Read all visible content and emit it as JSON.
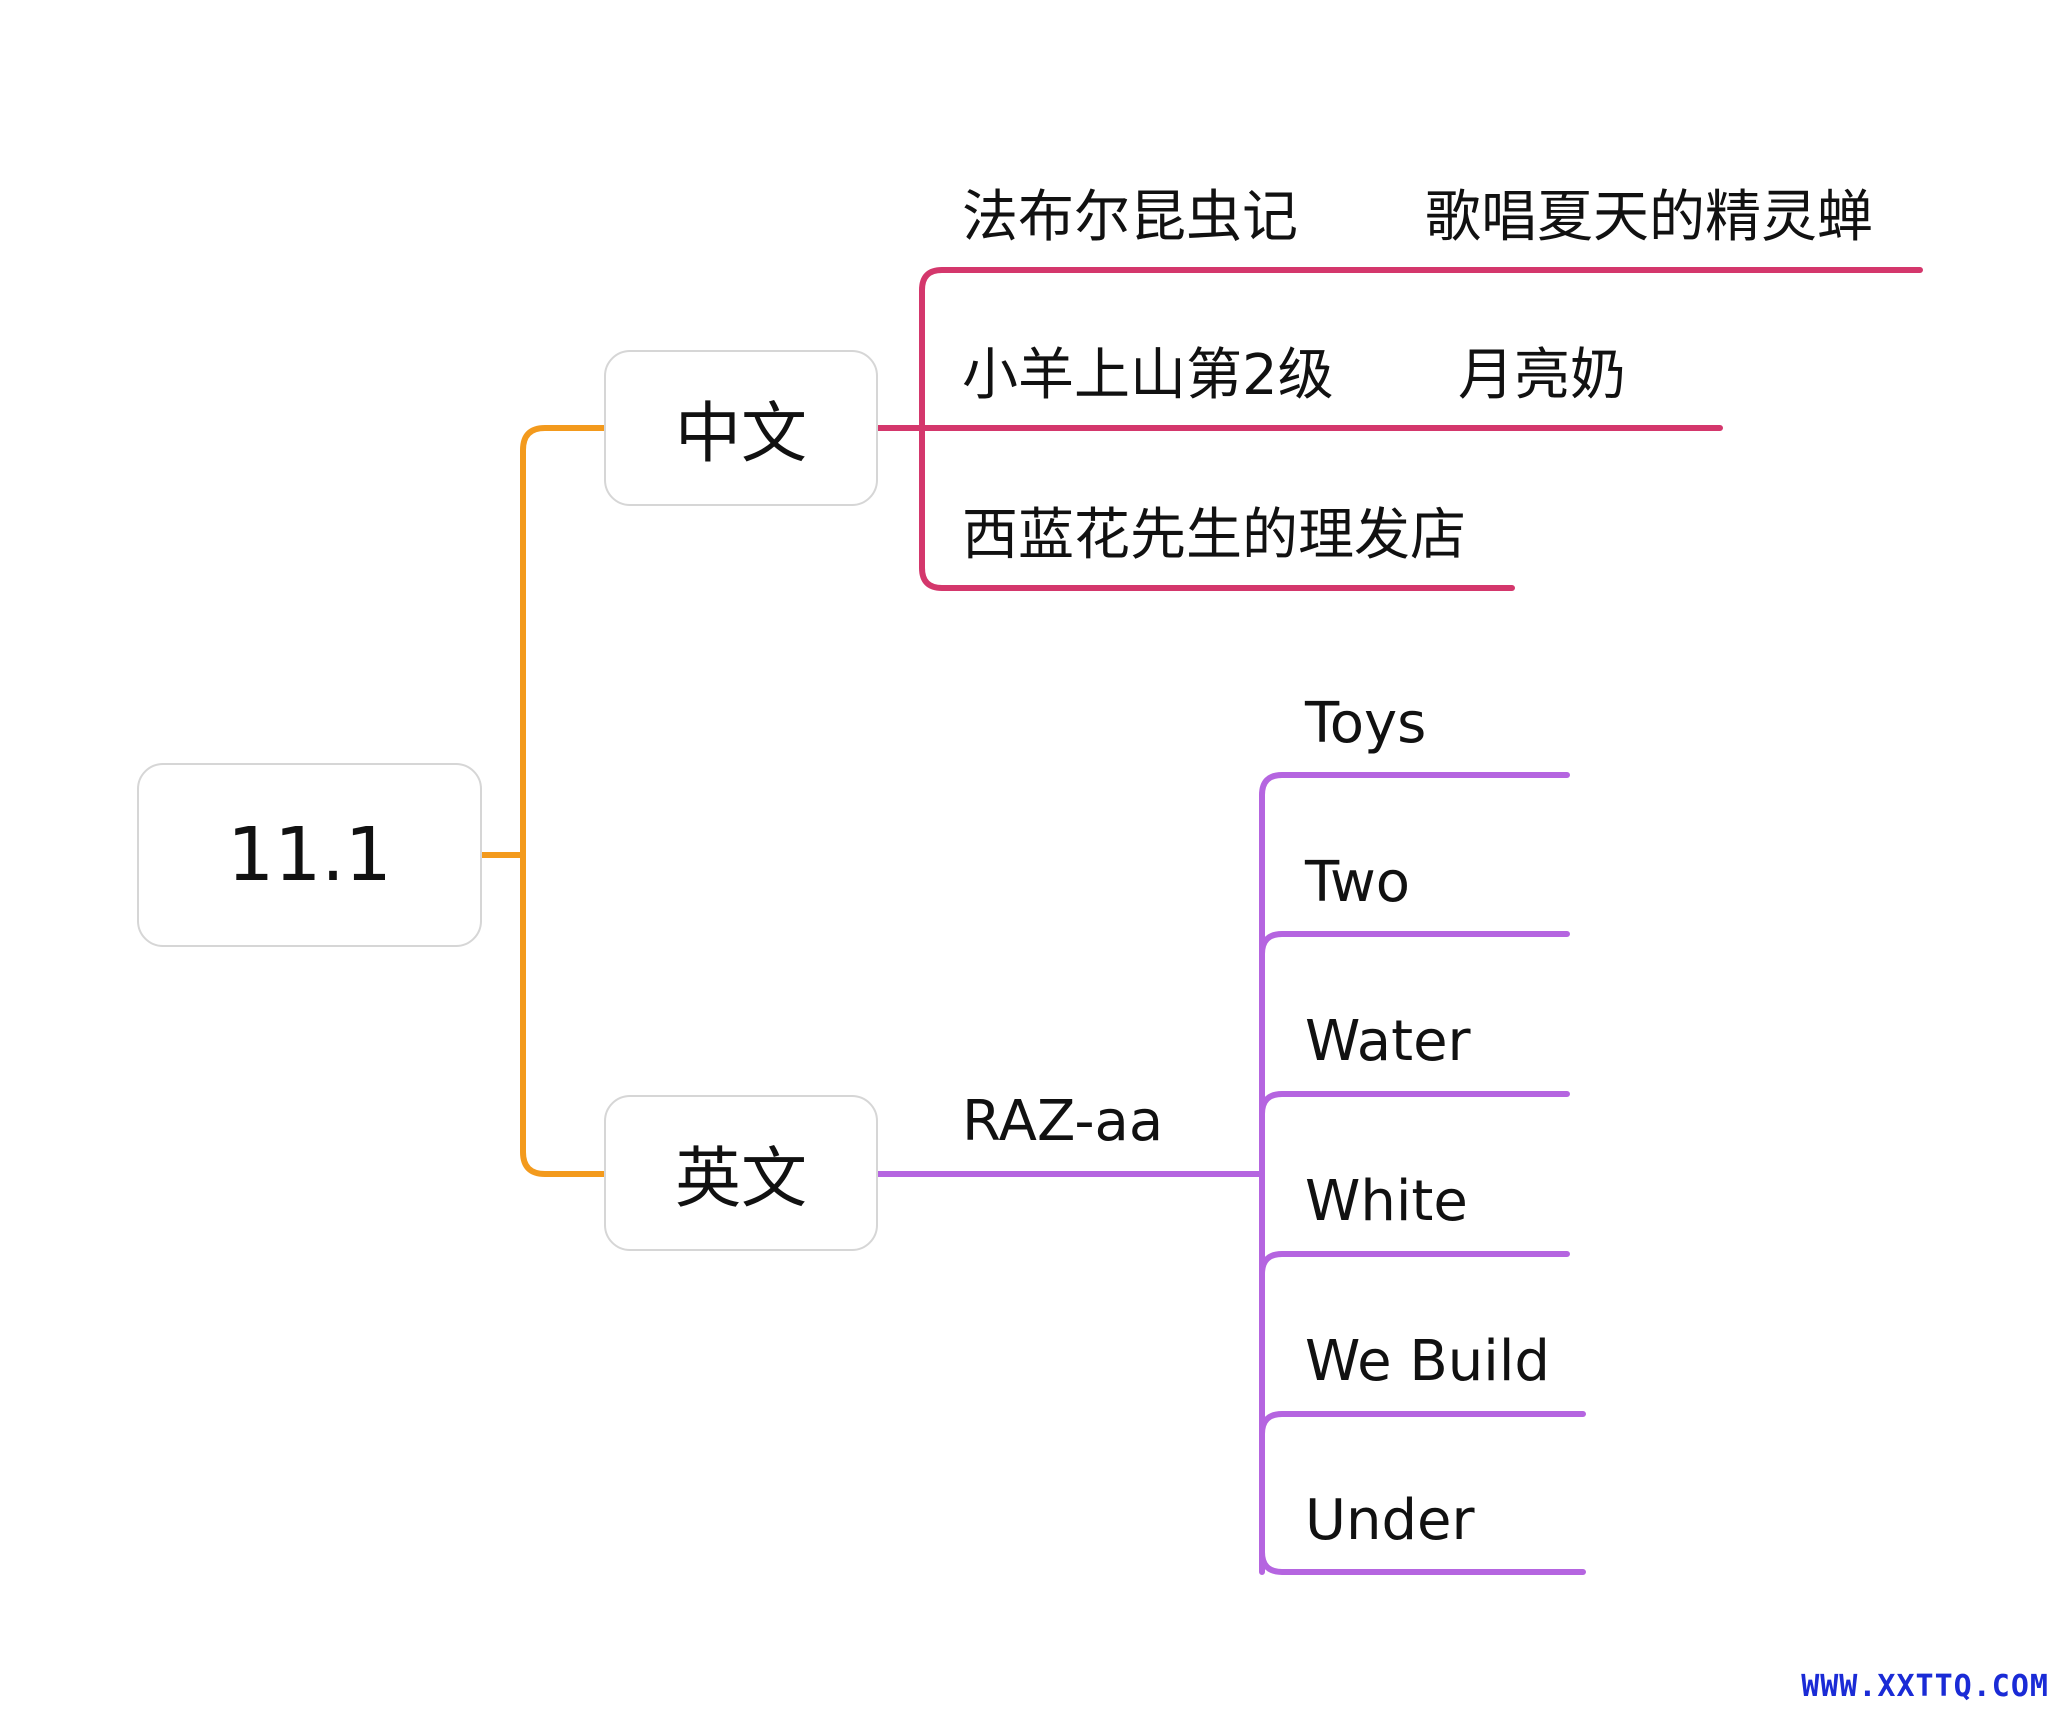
{
  "colors": {
    "root_branch": "#f39a1d",
    "chinese_branch": "#d4376c",
    "english_branch": "#b565e0",
    "node_border": "#d6d6d6",
    "watermark": "#1a2bd6"
  },
  "root": {
    "label": "11.1"
  },
  "chinese": {
    "label": "中文",
    "items": [
      {
        "title": "法布尔昆虫记",
        "subtitle": "歌唱夏天的精灵蝉"
      },
      {
        "title": "小羊上山第2级",
        "subtitle": "月亮奶"
      },
      {
        "title": "西蓝花先生的理发店",
        "subtitle": ""
      }
    ]
  },
  "english": {
    "label": "英文",
    "series": "RAZ-aa",
    "items": [
      "Toys",
      "Two",
      "Water",
      "White",
      "We Build",
      "Under"
    ]
  },
  "watermark": "WWW.XXTTQ.COM"
}
